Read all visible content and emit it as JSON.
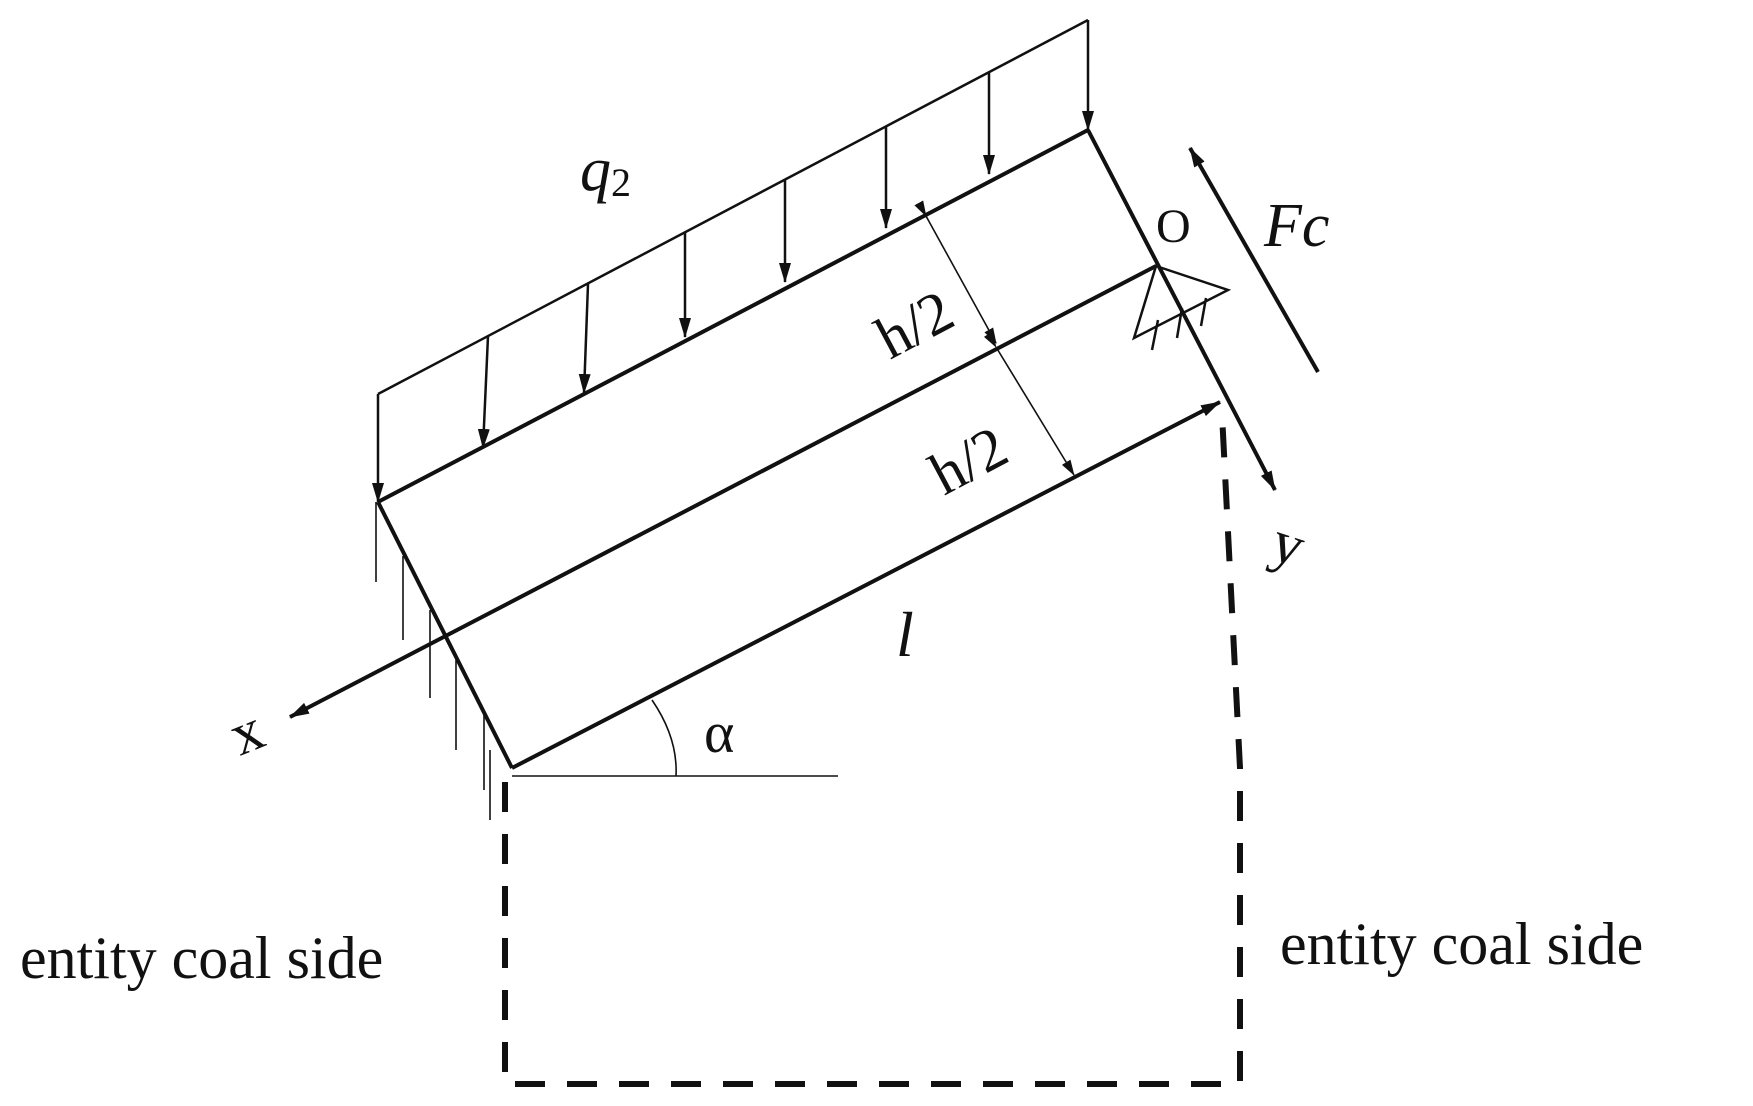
{
  "diagram": {
    "labels": {
      "load": "q",
      "load_subscript": "2",
      "force": "Fc",
      "origin": "O",
      "half_thickness_upper": "h/2",
      "half_thickness_lower": "h/2",
      "length": "l",
      "angle": "α",
      "x_axis": "x",
      "y_axis": "y",
      "left_side": "entity coal side",
      "right_side": "entity coal side"
    }
  }
}
